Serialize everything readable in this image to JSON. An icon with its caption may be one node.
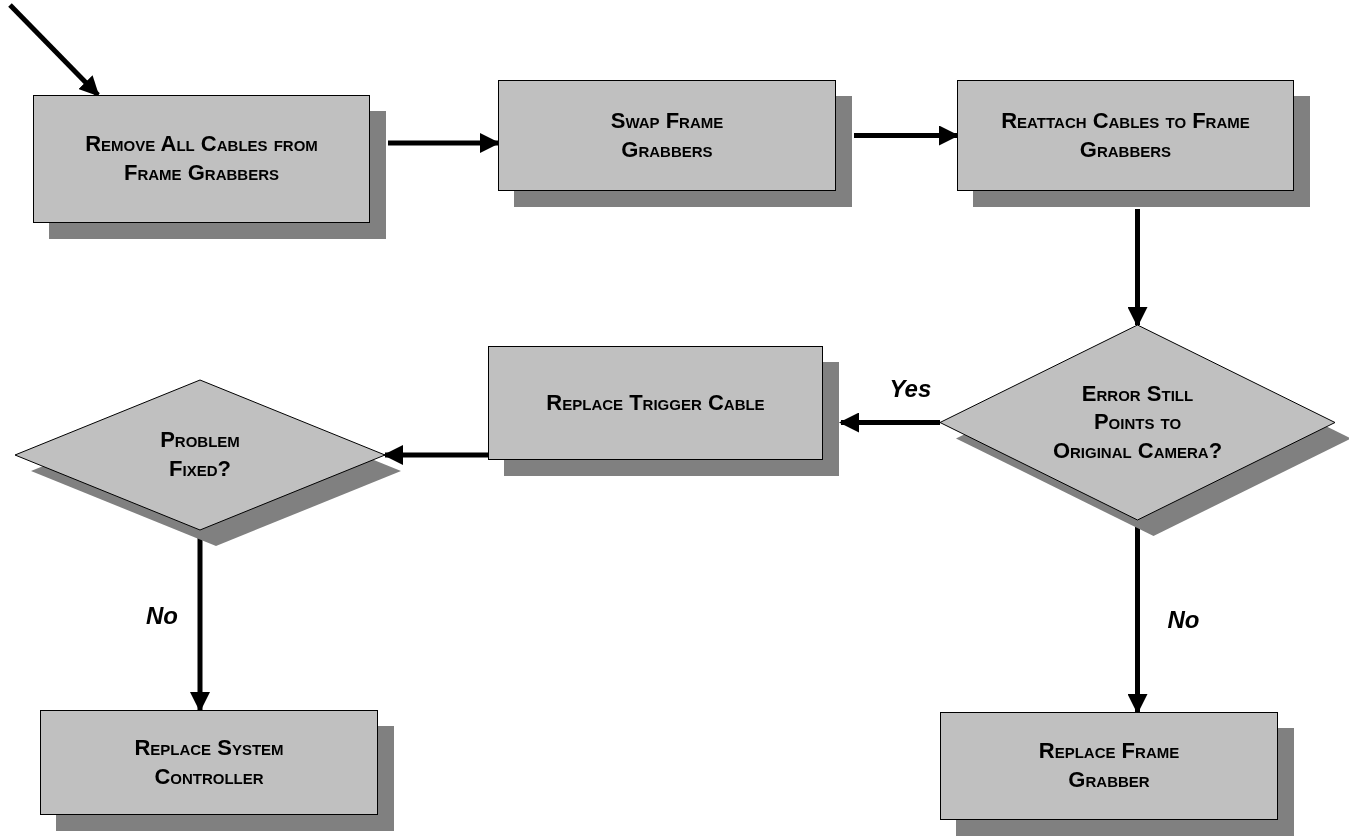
{
  "diagram": {
    "nodes": [
      {
        "text": [
          "Remove All Cables from Frame Grabbers"
        ]
      },
      {
        "text": [
          "Swap Frame Grabbers"
        ]
      },
      {
        "text": [
          "Reattach Cables to Frame Grabbers"
        ]
      },
      {
        "text": [
          "Error Still Points to Original Camera?"
        ]
      },
      {
        "text": [
          "Replace Trigger Cable"
        ]
      },
      {
        "text": [
          "Problem Fixed?"
        ]
      },
      {
        "text": [
          "Replace System Controller"
        ]
      },
      {
        "text": [
          "Replace Frame Grabber"
        ]
      }
    ],
    "edges": [
      {
        "from": null,
        "to": 0,
        "arrow": "to"
      },
      {
        "from": 0,
        "to": 1,
        "arrow": "to"
      },
      {
        "from": 1,
        "to": 2,
        "arrow": "to"
      },
      {
        "from": 2,
        "to": 3,
        "arrow": "to"
      },
      {
        "from": 3,
        "to": 4,
        "arrow": "to",
        "label": "Yes"
      },
      {
        "from": 4,
        "to": 5,
        "arrow": "to"
      },
      {
        "from": 5,
        "to": 6,
        "arrow": "to",
        "label": "No"
      },
      {
        "from": 3,
        "to": 7,
        "arrow": "to",
        "label": "No"
      }
    ]
  }
}
